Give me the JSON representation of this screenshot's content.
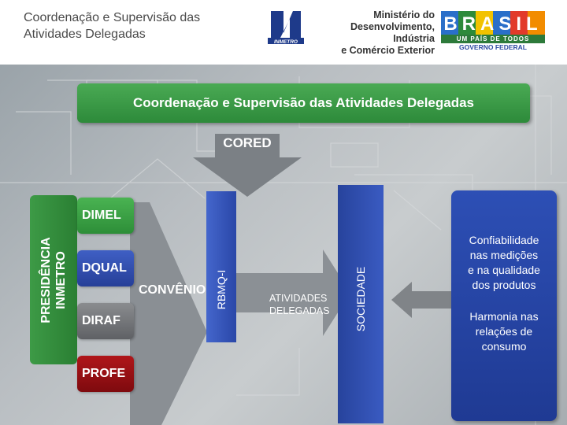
{
  "header": {
    "title_line1": "Coordenação e Supervisão das",
    "title_line2": "Atividades Delegadas",
    "inmetro_logo_text": "INMETRO",
    "ministry_line1": "Ministério do",
    "ministry_line2": "Desenvolvimento, Indústria",
    "ministry_line3": "e Comércio Exterior",
    "brasil_logo_text": "BRASIL",
    "brasil_slogan": "UM PAÍS DE TODOS",
    "brasil_gov": "GOVERNO FEDERAL"
  },
  "diagram": {
    "banner": "Coordenação e Supervisão das Atividades Delegadas",
    "cored": "CORED",
    "presidencia_line1": "PRESIDÊNCIA",
    "presidencia_line2": "INMETRO",
    "departments": {
      "dimel": "DIMEL",
      "dqual": "DQUAL",
      "diraf": "DIRAF",
      "profe": "PROFE"
    },
    "convenio": "CONVÊNIO",
    "rbmq": "RBMQ-I",
    "atividades_line1": "ATIVIDADES",
    "atividades_line2": "DELEGADAS",
    "sociedade": "SOCIEDADE",
    "outcome1_line1": "Confiabilidade",
    "outcome1_line2": "nas medições",
    "outcome1_line3": "e na qualidade",
    "outcome1_line4": "dos produtos",
    "outcome2_line1": "Harmonia nas",
    "outcome2_line2": "relações de",
    "outcome2_line3": "consumo"
  },
  "colors": {
    "green": "#2d8a3a",
    "blue": "#2a47a8",
    "gray": "#6b6d70",
    "red": "#9a1014",
    "arrow_gray": "#7b8085"
  },
  "icons": {
    "inmetro": "inmetro-logo",
    "brasil": "brasil-logo",
    "arrows": "arrow-icon"
  }
}
